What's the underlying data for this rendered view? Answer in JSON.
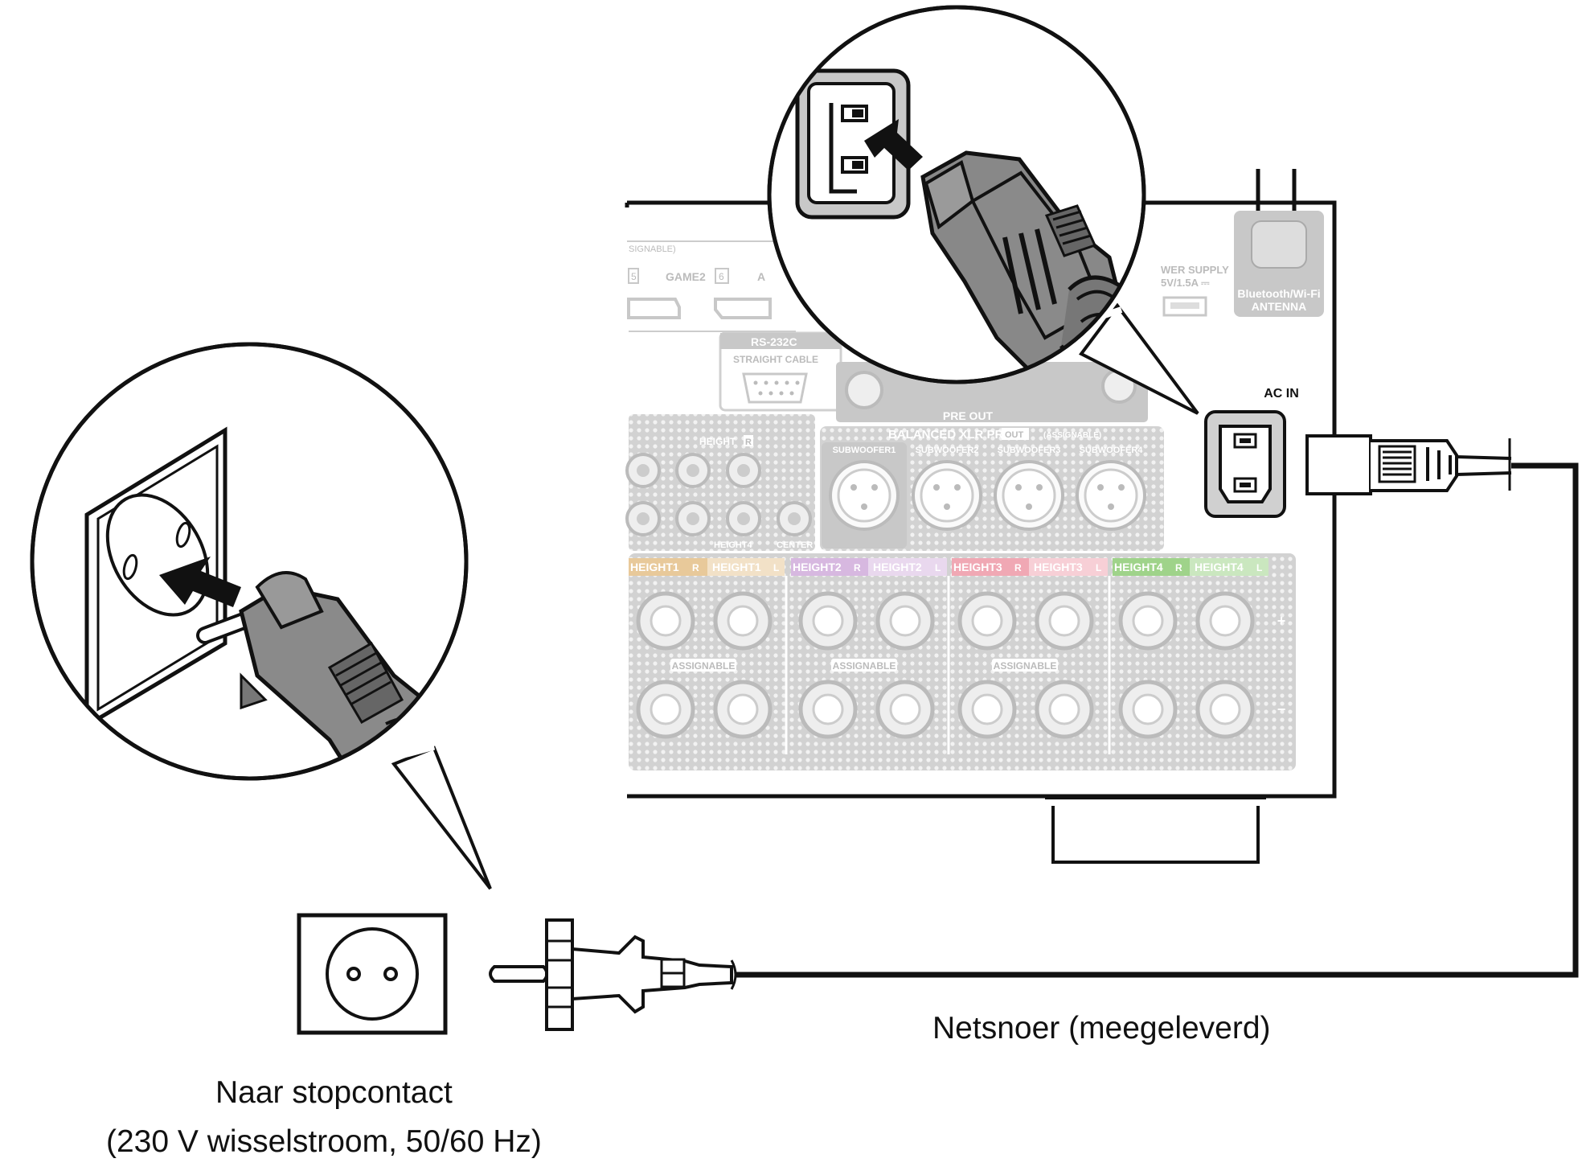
{
  "receiver": {
    "panel_labels": {
      "assignable_top": "SIGNABLE)",
      "game_num_a": "5",
      "game2": "GAME2",
      "game_num_b": "6",
      "game_a": "A",
      "rs232c": "RS-232C",
      "straight_cable": "STRAIGHT CABLE",
      "power_supply_1": "WER SUPPLY",
      "power_supply_2": "5V/1.5A ⎓",
      "antenna_1": "Bluetooth/Wi-Fi",
      "antenna_2": "ANTENNA",
      "pre_out": "PRE OUT",
      "balanced_xlr": "BALANCED XLR PRE",
      "out_tag": "OUT",
      "xlr_assignable": "(ASSIGNABLE)",
      "subwoofer1": "SUBWOOFER1",
      "subwoofer2": "SUBWOOFER2",
      "subwoofer3": "SUBWOOFER3",
      "subwoofer4": "SUBWOOFER4",
      "height_top": "HEIGHT",
      "height_r": "R",
      "height4_small": "HEIGHT4",
      "center": "CENTER",
      "ac_in": "AC IN",
      "height1": "HEIGHT1",
      "height2": "HEIGHT2",
      "height3": "HEIGHT3",
      "height4": "HEIGHT4",
      "r": "R",
      "l": "L",
      "assignable": "ASSIGNABLE",
      "plus": "+",
      "minus": "−"
    }
  },
  "captions": {
    "power_cord": "Netsnoer (meegeleverd)",
    "outlet_line1": "Naar stopcontact",
    "outlet_line2": "(230 V wisselstroom, 50/60 Hz)"
  },
  "colors": {
    "line": "#111111",
    "panel_grey": "#c8c8c8",
    "light_grey": "#e6e6e6",
    "height1": "#e8c99a",
    "height2": "#d7b8e0",
    "height3": "#f0a8b4",
    "height4": "#9fd38a"
  }
}
